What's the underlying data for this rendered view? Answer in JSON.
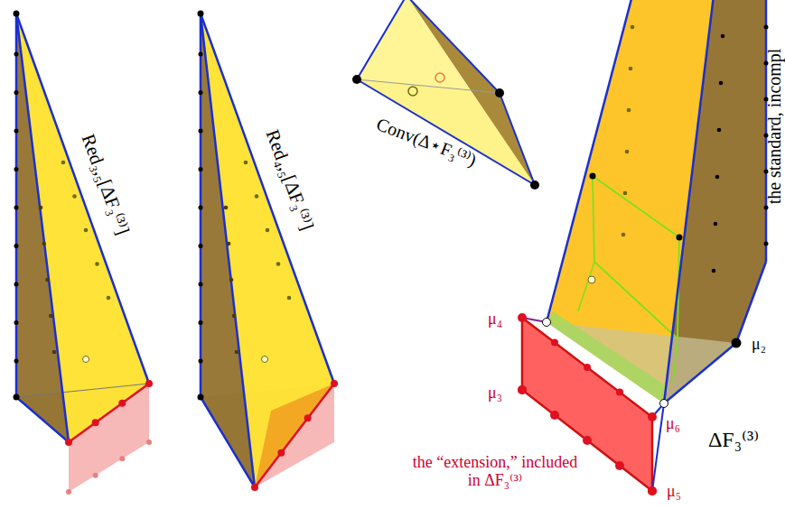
{
  "diagram": {
    "labels": [
      "Red₃,₅[ΔF₃⁽³⁾]",
      "Red₄,₅[ΔF₃⁽³⁾]",
      "Conv(Δ⋆F₃⁽³⁾)",
      "the standard, incompl",
      "μ₄",
      "μ₂",
      "μ₃",
      "μ₆",
      "the “extension,” included in ΔF₃⁽³⁾",
      "ΔF₃⁽³⁾",
      "μ₅"
    ]
  }
}
